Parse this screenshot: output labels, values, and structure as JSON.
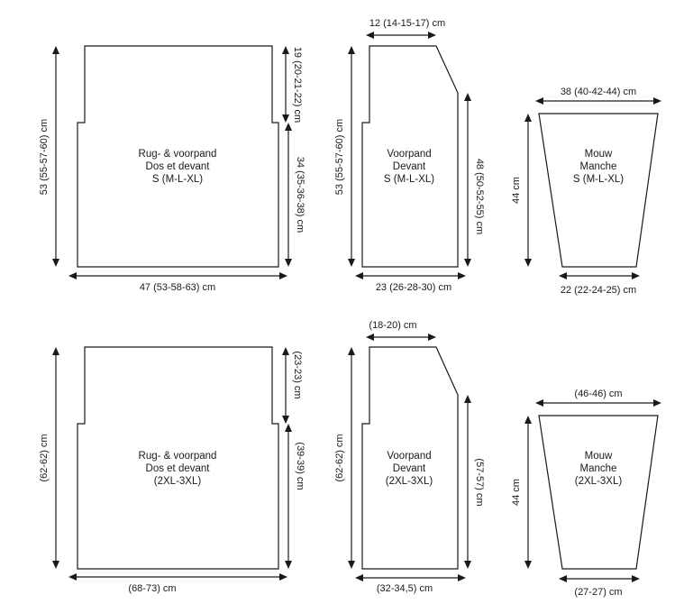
{
  "rows": [
    {
      "back_front": {
        "title": "Rug- & voorpand",
        "subtitle": "Dos et devant",
        "sizes": "S (M-L-XL)",
        "height": "53 (55-57-60) cm",
        "armhole_depth": "19 (20-21-22) cm",
        "side_length": "34 (35-36-38) cm",
        "width": "47 (53-58-63) cm"
      },
      "front": {
        "title": "Voorpand",
        "subtitle": "Devant",
        "sizes": "S (M-L-XL)",
        "shoulder": "12 (14-15-17) cm",
        "height": "53 (55-57-60) cm",
        "side_length": "48 (50-52-55) cm",
        "width": "23 (26-28-30) cm"
      },
      "sleeve": {
        "title": "Mouw",
        "subtitle": "Manche",
        "sizes": "S (M-L-XL)",
        "top_width": "38 (40-42-44) cm",
        "length": "44 cm",
        "cuff_width": "22 (22-24-25) cm"
      }
    },
    {
      "back_front": {
        "title": "Rug- & voorpand",
        "subtitle": "Dos et devant",
        "sizes": "(2XL-3XL)",
        "height": "(62-62) cm",
        "armhole_depth": "(23-23) cm",
        "side_length": "(39-39) cm",
        "width": "(68-73) cm"
      },
      "front": {
        "title": "Voorpand",
        "subtitle": "Devant",
        "sizes": "(2XL-3XL)",
        "shoulder": "(18-20) cm",
        "height": "(62-62) cm",
        "side_length": "(57-57) cm",
        "width": "(32-34,5) cm"
      },
      "sleeve": {
        "title": "Mouw",
        "subtitle": "Manche",
        "sizes": "(2XL-3XL)",
        "top_width": "(46-46) cm",
        "length": "44 cm",
        "cuff_width": "(27-27) cm"
      }
    }
  ]
}
